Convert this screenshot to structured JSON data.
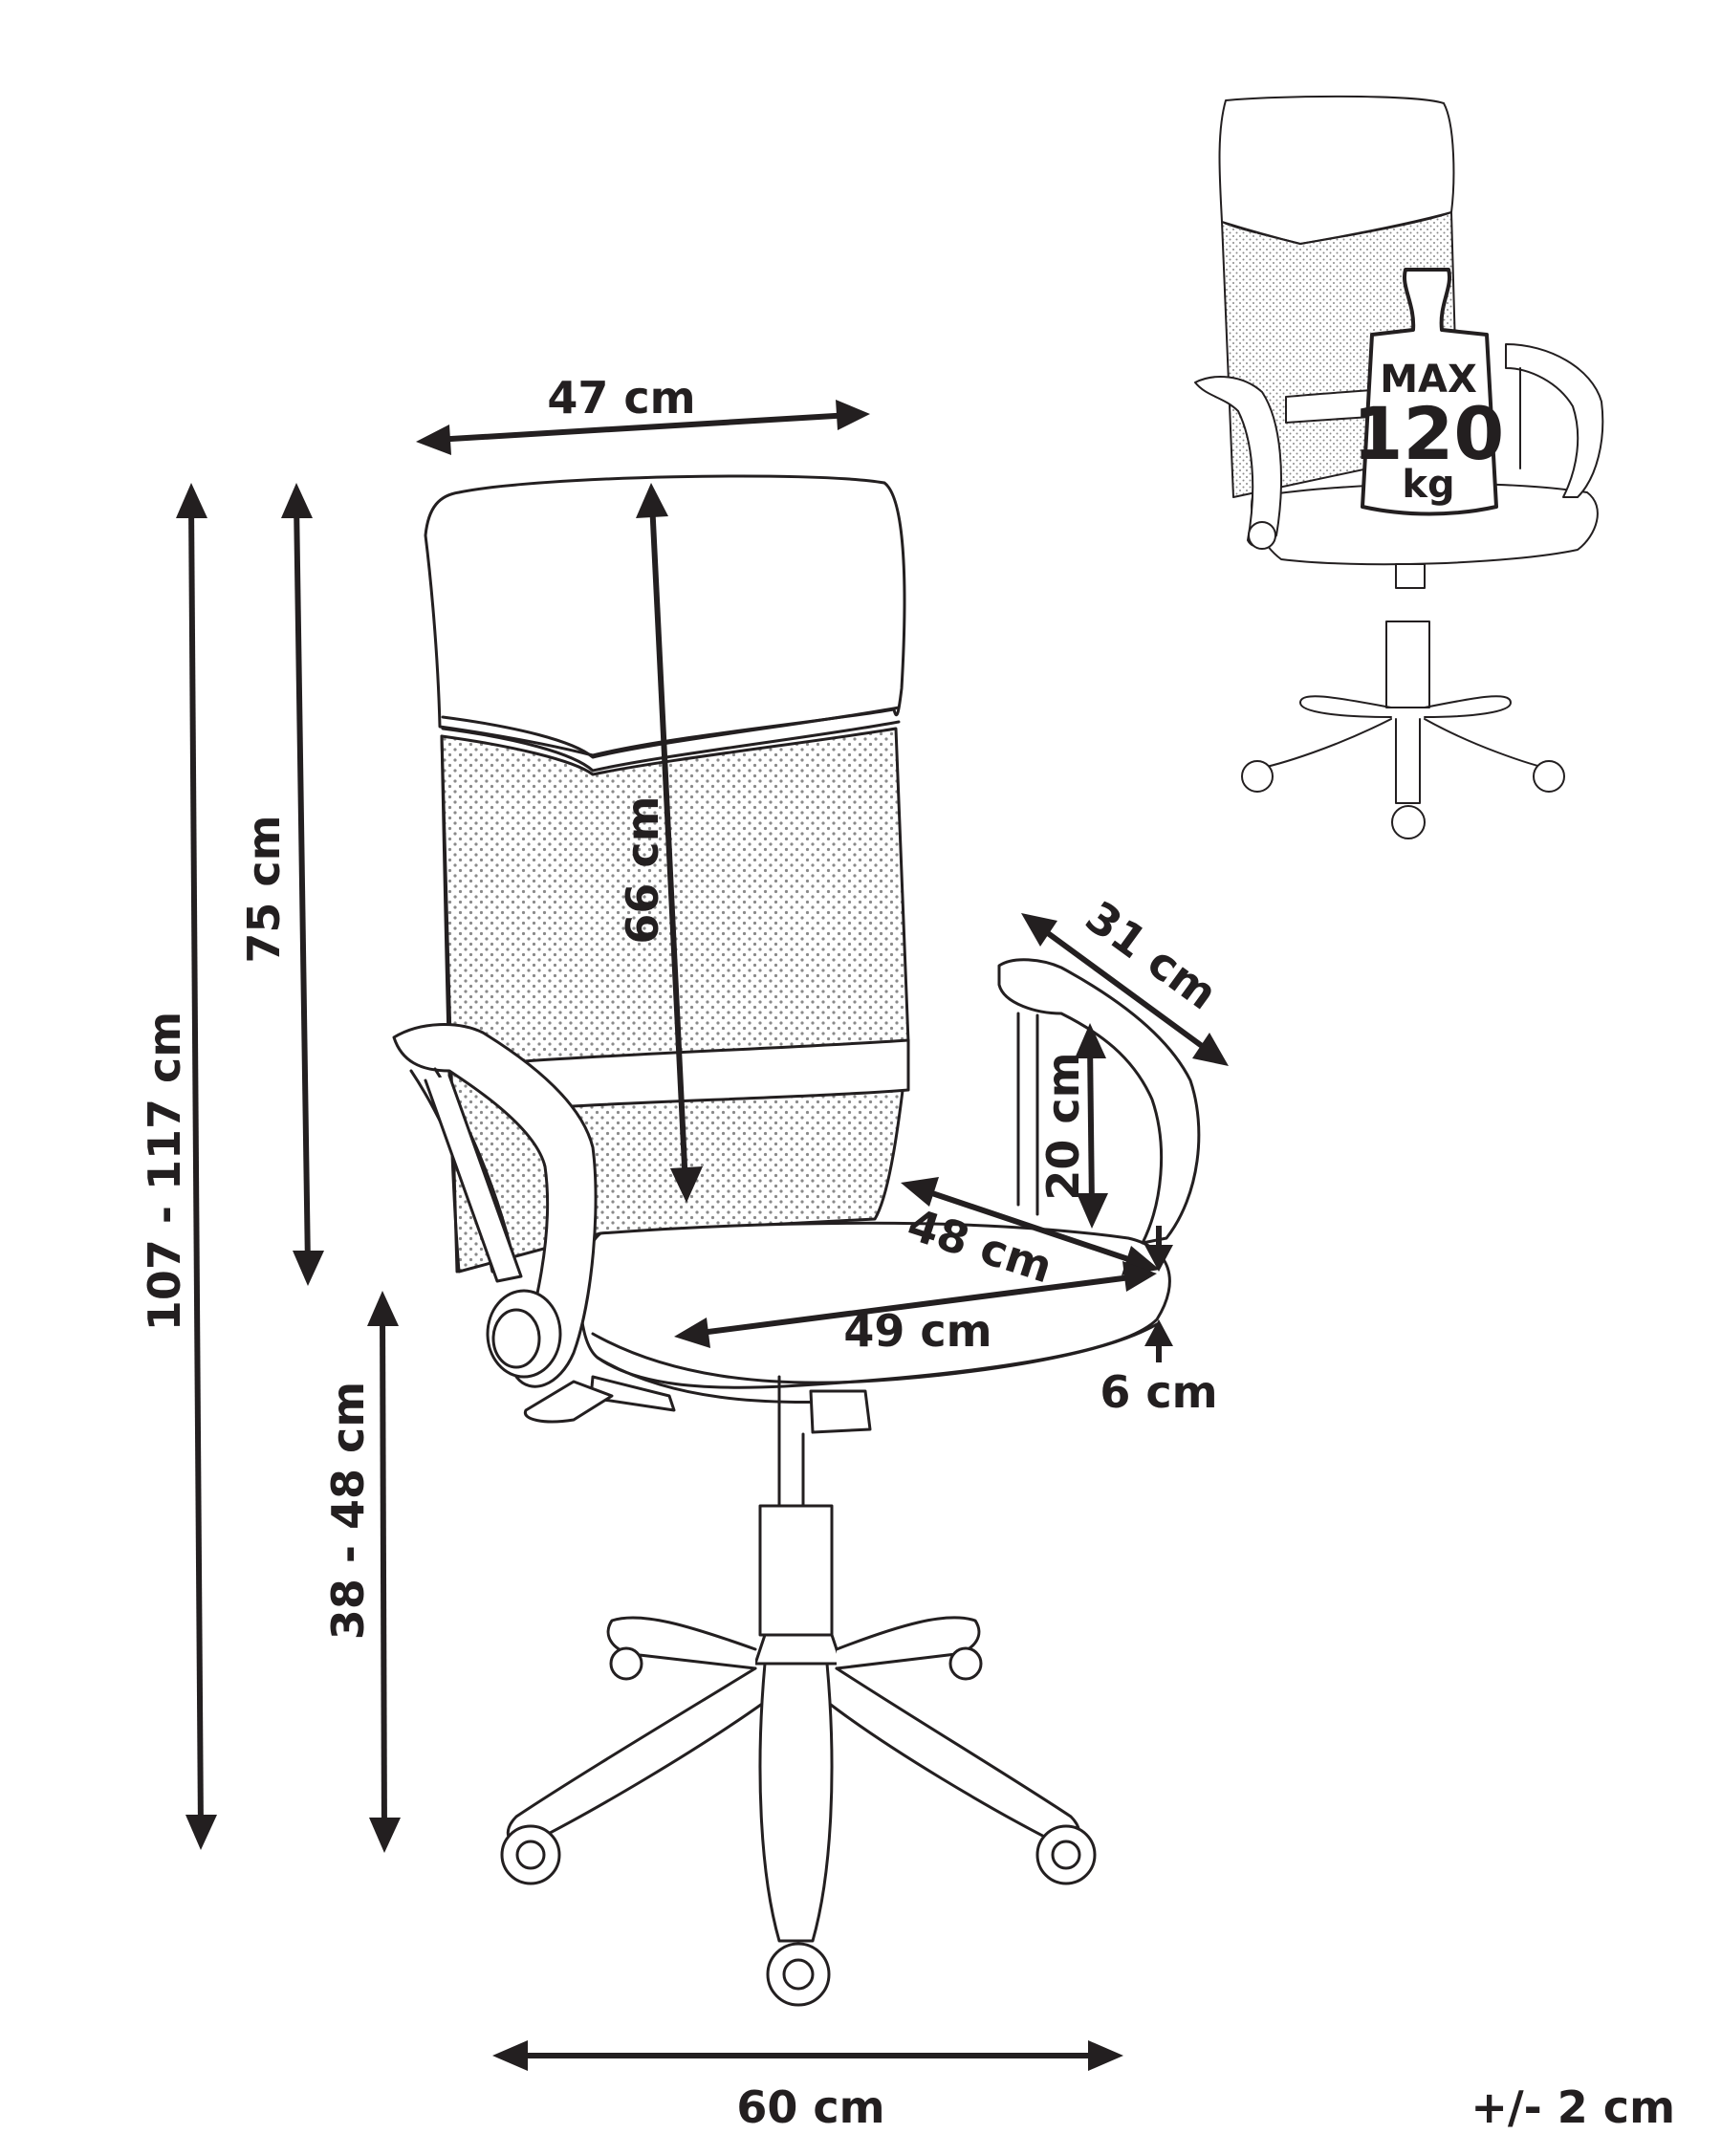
{
  "diagram": {
    "colors": {
      "ink": "#231f20",
      "background": "#ffffff",
      "mesh": "#8a8a8a"
    },
    "dimensions": {
      "backrest_width": "47 cm",
      "backrest_height": "66 cm",
      "seat_to_top": "75 cm",
      "total_height": "107 - 117 cm",
      "seat_height": "38 - 48 cm",
      "armrest_length": "31 cm",
      "armrest_height": "20 cm",
      "seat_depth": "48 cm",
      "seat_width": "49 cm",
      "seat_thickness": "6 cm",
      "base_width": "60 cm"
    },
    "max_load": {
      "label": "MAX",
      "value": "120",
      "unit": "kg"
    },
    "tolerance": "+/- 2 cm"
  }
}
